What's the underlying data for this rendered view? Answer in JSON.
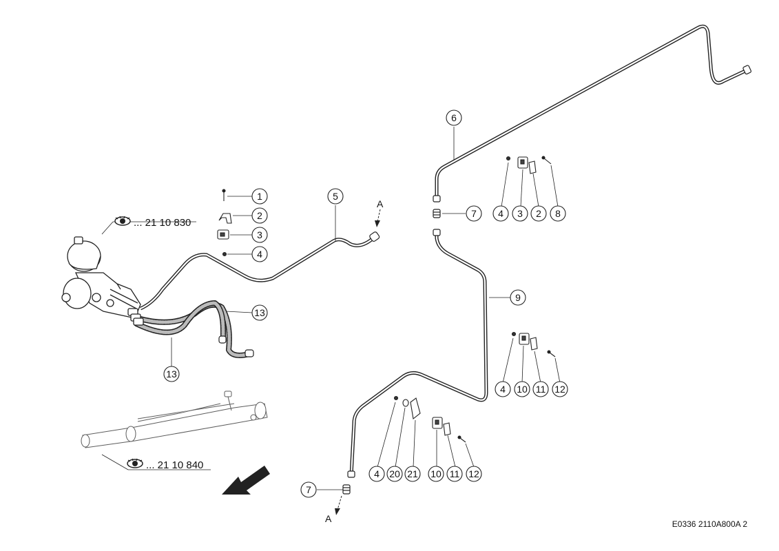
{
  "references": {
    "upper": "... 21 10 830",
    "lower": "... 21 10 840"
  },
  "connection_letter": "A",
  "callouts": {
    "c1": "1",
    "c2": "2",
    "c3": "3",
    "c4": "4",
    "c5": "5",
    "c6": "6",
    "c7a": "7",
    "c7b": "7",
    "c9": "9",
    "c13a": "13",
    "c13b": "13",
    "r1_4": "4",
    "r1_3": "3",
    "r1_2": "2",
    "r1_8": "8",
    "r2_4": "4",
    "r2_10": "10",
    "r2_11": "11",
    "r2_12": "12",
    "r3_4": "4",
    "r3_20": "20",
    "r3_21": "21",
    "r3_10": "10",
    "r3_11": "11",
    "r3_12": "12"
  },
  "drawing_code": "E0336 2110A800A 2",
  "icons": {
    "view": "eye-icon",
    "direction": "arrow-icon"
  }
}
